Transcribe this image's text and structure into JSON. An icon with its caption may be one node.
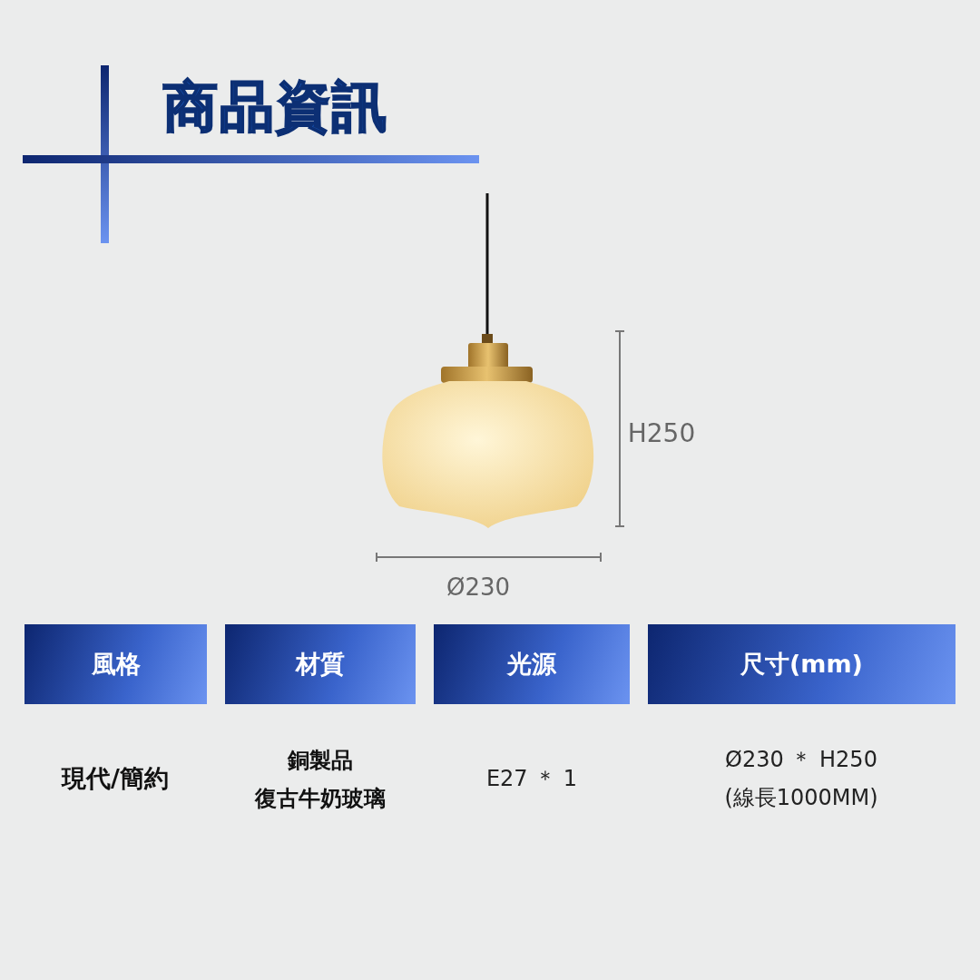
{
  "diagram": {
    "title": "商品資訊",
    "nodes": [
      {
        "text": [
          "風格"
        ]
      },
      {
        "text": [
          "材質"
        ]
      },
      {
        "text": [
          "光源"
        ]
      },
      {
        "text": [
          "尺寸(mm)"
        ]
      }
    ],
    "labels": [
      "H250",
      "Ø230",
      "現代/簡約",
      "銅製品",
      "復古牛奶玻璃",
      "E27 ＊ 1",
      "Ø230 ＊ H250",
      "(線長1000MM)"
    ]
  }
}
